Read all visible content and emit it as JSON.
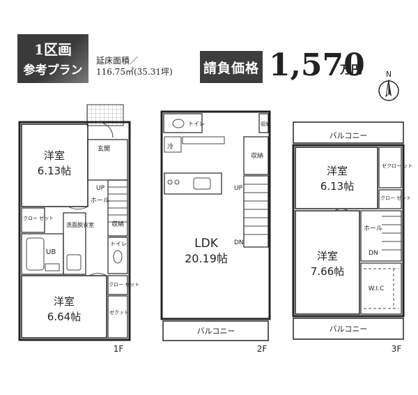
{
  "header": {
    "lot_line1": "1区画",
    "lot_line2": "参考プラン",
    "area_label": "延床面積／",
    "area_value": "116.75㎡(35.31坪)",
    "price_label": "請負価格",
    "price_value": "1,570",
    "price_unit": "万円",
    "north_label": "N"
  },
  "floor1": {
    "label": "1F",
    "room_top_name": "洋室",
    "room_top_size": "6.13帖",
    "room_bottom_name": "洋室",
    "room_bottom_size": "6.64帖",
    "entrance": "玄関",
    "up": "UP",
    "hall": "ホール",
    "storage": "収納",
    "closet": "クロー\nゼット",
    "washroom": "洗面脱衣室",
    "ub": "UB",
    "toilet": "トイレ",
    "closet2": "クロー\nゼット",
    "closet3": "ゼクット"
  },
  "floor2": {
    "label": "2F",
    "ldk_name": "LDK",
    "ldk_size": "20.19帖",
    "toilet": "トイレ",
    "storage_top": "収納",
    "storage": "収納",
    "fridge": "冷",
    "up": "UP",
    "dn": "DN",
    "balcony": "バルコニー"
  },
  "floor3": {
    "label": "3F",
    "balcony_top": "バルコニー",
    "room_top_name": "洋室",
    "room_top_size": "6.13帖",
    "room_bottom_name": "洋室",
    "room_bottom_size": "7.66帖",
    "closet_top": "ゼクロー\nット",
    "closet_small": "クロー\nゼット",
    "hall": "ホール",
    "dn": "DN",
    "wic": "W.I.C",
    "balcony_bottom": "バルコニー"
  }
}
